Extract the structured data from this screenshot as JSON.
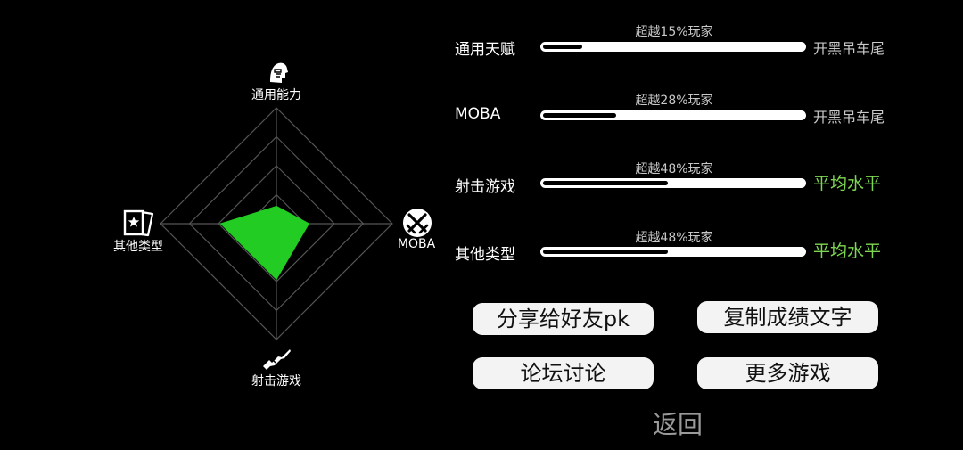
{
  "radar": {
    "axes": [
      {
        "label": "通用能力",
        "icon": "head-profile-icon"
      },
      {
        "label": "MOBA",
        "icon": "crossed-swords-icon"
      },
      {
        "label": "射击游戏",
        "icon": "rifle-icon"
      },
      {
        "label": "其他类型",
        "icon": "star-cards-icon"
      }
    ],
    "fill_color": "#22cc22",
    "grid_color": "#555555"
  },
  "chart_data": {
    "type": "radar",
    "axes": [
      "通用能力",
      "MOBA",
      "射击游戏",
      "其他类型"
    ],
    "values": [
      15,
      28,
      48,
      48
    ],
    "range": [
      0,
      100
    ],
    "levels": 4
  },
  "stats": [
    {
      "label": "通用天赋",
      "percent_text": "超越15%玩家",
      "percent": 15,
      "level": "开黑吊车尾",
      "level_type": "low"
    },
    {
      "label": "MOBA",
      "percent_text": "超越28%玩家",
      "percent": 28,
      "level": "开黑吊车尾",
      "level_type": "low"
    },
    {
      "label": "射击游戏",
      "percent_text": "超越48%玩家",
      "percent": 48,
      "level": "平均水平",
      "level_type": "avg"
    },
    {
      "label": "其他类型",
      "percent_text": "超越48%玩家",
      "percent": 48,
      "level": "平均水平",
      "level_type": "avg"
    }
  ],
  "buttons": {
    "share": "分享给好友pk",
    "copy": "复制成绩文字",
    "forum": "论坛讨论",
    "more": "更多游戏"
  },
  "back": "返回"
}
